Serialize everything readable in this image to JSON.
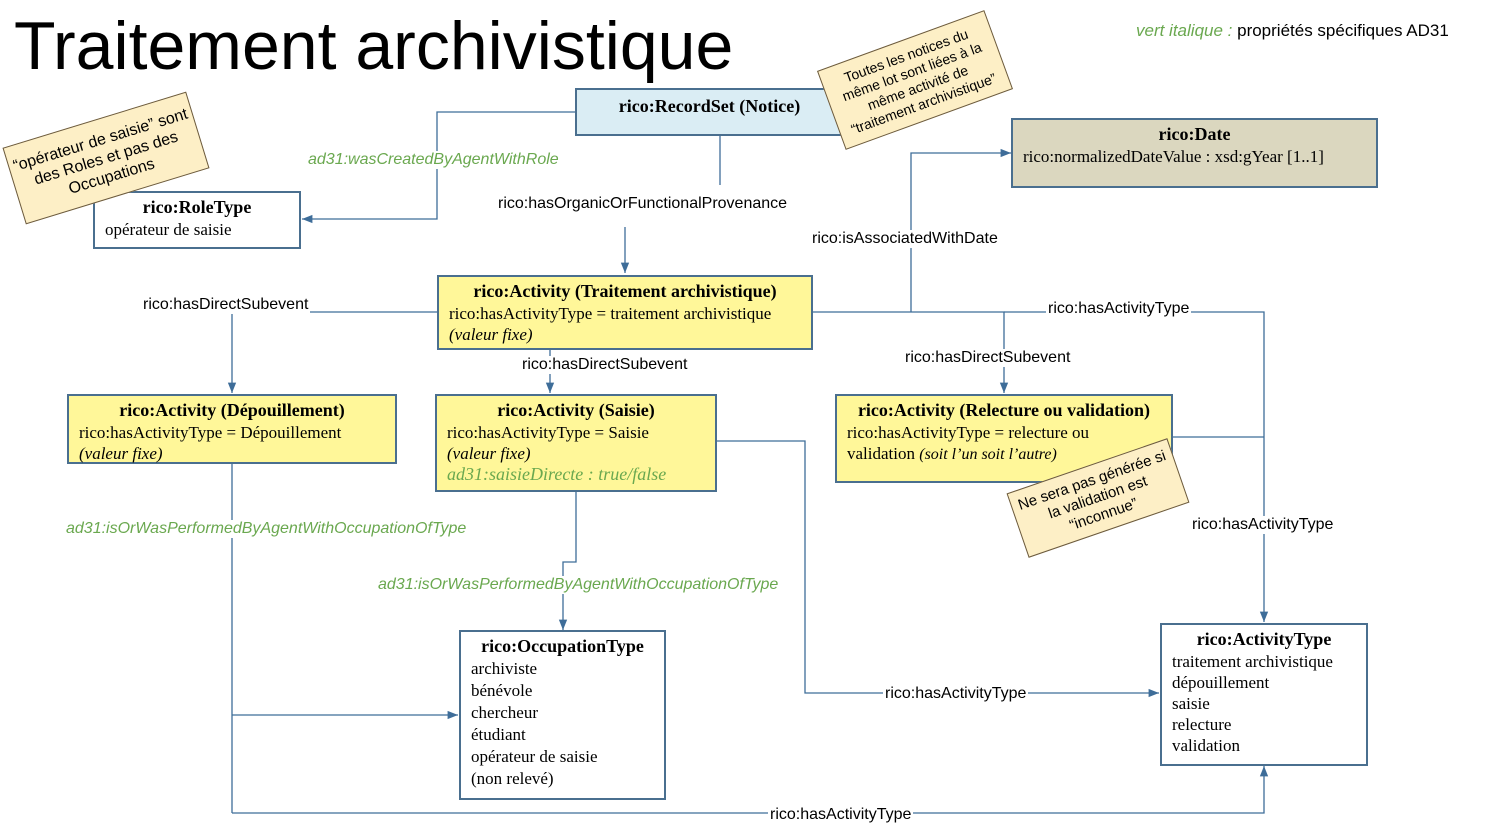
{
  "title": "Traitement archivistique",
  "legend": {
    "green_part": "vert italique : ",
    "rest": "propriétés spécifiques AD31"
  },
  "boxes": {
    "recordset": {
      "title": "rico:RecordSet (Notice)"
    },
    "roletype": {
      "title": "rico:RoleType",
      "lines": [
        "opérateur de saisie"
      ]
    },
    "date": {
      "title": "rico:Date",
      "line": "rico:normalizedDateValue : xsd:gYear [1..1]"
    },
    "activity_main": {
      "title": "rico:Activity (Traitement archivistique)",
      "line1": "rico:hasActivityType = traitement archivistique",
      "line2": "(valeur fixe)"
    },
    "depouillement": {
      "title": "rico:Activity (Dépouillement)",
      "line1": "rico:hasActivityType = Dépouillement",
      "line2": "(valeur fixe)"
    },
    "saisie": {
      "title": "rico:Activity (Saisie)",
      "line1": "rico:hasActivityType = Saisie",
      "line2": "(valeur fixe)",
      "line3": "ad31:saisieDirecte : true/false"
    },
    "relecture": {
      "title": "rico:Activity (Relecture ou validation)",
      "line1": "rico:hasActivityType = relecture ou",
      "line2_plain": "validation ",
      "line2_italic": "(soit l’un soit l’autre)"
    },
    "occupationtype": {
      "title": "rico:OccupationType",
      "lines": [
        "archiviste",
        "bénévole",
        "chercheur",
        "étudiant",
        "opérateur de saisie",
        "(non relevé)"
      ]
    },
    "activitytype": {
      "title": "rico:ActivityType",
      "lines": [
        "traitement archivistique",
        "dépouillement",
        "saisie",
        "relecture",
        "validation"
      ]
    }
  },
  "edge_labels": {
    "wasCreatedByAgentWithRole": "ad31:wasCreatedByAgentWithRole",
    "hasOrganicOrFunctionalProvenance": "rico:hasOrganicOrFunctionalProvenance",
    "isAssociatedWithDate": "rico:isAssociatedWithDate",
    "hasDirectSubevent_left": "rico:hasDirectSubevent",
    "hasDirectSubevent_mid": "rico:hasDirectSubevent",
    "hasDirectSubevent_right": "rico:hasDirectSubevent",
    "hasActivityType_top": "rico:hasActivityType",
    "hasActivityType_right": "rico:hasActivityType",
    "hasActivityType_mid": "rico:hasActivityType",
    "hasActivityType_bottom": "rico:hasActivityType",
    "performed_left": "ad31:isOrWasPerformedByAgentWithOccupationOfType",
    "performed_mid": "ad31:isOrWasPerformedByAgentWithOccupationOfType"
  },
  "notes": {
    "roles": "“opérateur de saisie” sont des Roles et pas des Occupations",
    "lot": "Toutes les notices du même lot sont liées à la même activité de “traitement archivistique”",
    "validation": "Ne sera pas générée si la validation est “inconnue”"
  },
  "colors": {
    "edge": "#3e6d99",
    "green": "#6aa84f",
    "yellow_fill": "#fff799",
    "blue_fill": "#daedf4",
    "tan_fill": "#dbd7bf",
    "note_fill": "#fdefc6"
  }
}
